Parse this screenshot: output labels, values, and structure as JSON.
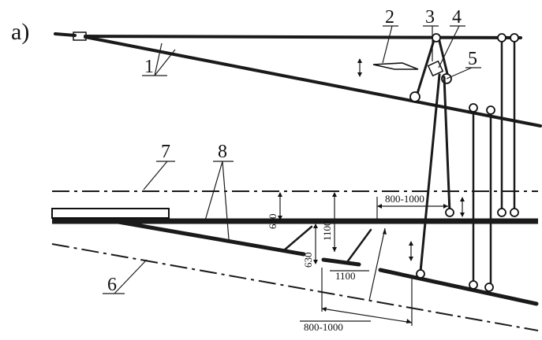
{
  "figure": {
    "panel_label": "а)",
    "callouts": {
      "c1": "1",
      "c2": "2",
      "c3": "3",
      "c4": "4",
      "c5": "5",
      "c6": "6",
      "c7": "7",
      "c8": "8"
    },
    "dimensions": {
      "d630_upper": "630",
      "d1100_vertical": "1100",
      "d800_1000_upper": "800-1000",
      "d630_lower": "630",
      "d1100_lower": "1100",
      "d800_1000_lower": "800-1000"
    }
  }
}
